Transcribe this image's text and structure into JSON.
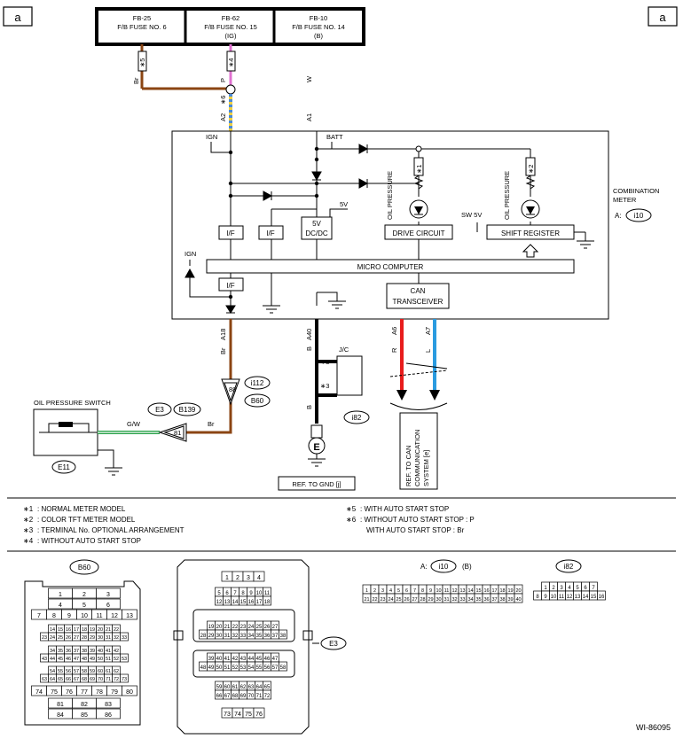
{
  "corner_label": "a",
  "fuses": [
    {
      "line1": "FB-25",
      "line2": "F/B FUSE NO. 6",
      "line3": ""
    },
    {
      "line1": "FB-62",
      "line2": "F/B FUSE NO. 15",
      "line3": "(IG)"
    },
    {
      "line1": "FB-10",
      "line2": "F/B FUSE NO. 14",
      "line3": "(B)"
    }
  ],
  "wire_labels": {
    "star5": "∗5",
    "star4": "∗4",
    "br1": "Br",
    "p": "P",
    "w": "W",
    "a2": "A2",
    "star6": "∗6",
    "a1": "A1",
    "a18": "A18",
    "br2": "Br",
    "a40": "A40",
    "b1": "B",
    "b2": "B",
    "star3a": "∗3",
    "star3b": "∗3",
    "a6": "A6",
    "r": "R",
    "a7": "A7",
    "l": "L",
    "gw": "G/W",
    "br3": "Br",
    "pin81": "81",
    "pin88": "88"
  },
  "meter": {
    "ign": "IGN",
    "batt": "BATT",
    "star1": "∗1",
    "star2": "∗2",
    "oil_pressure_1": "OIL PRESSURE",
    "oil_pressure_2": "OIL PRESSURE",
    "sw5v": "SW 5V",
    "v5": "5V",
    "v5dc1": "5V",
    "v5dc2": "DC/DC",
    "if": "I/F",
    "drive": "DRIVE CIRCUIT",
    "shift": "SHIFT REGISTER",
    "ign2": "IGN",
    "micro": "MICRO COMPUTER",
    "can1": "CAN",
    "can2": "TRANSCEIVER",
    "title1": "COMBINATION",
    "title2": "METER",
    "conn_prefix": "A:",
    "conn": "i10"
  },
  "jc": "J/C",
  "connectors": {
    "i112": "i112",
    "b60": "B60",
    "e3": "E3",
    "b139": "B139",
    "i82": "i82",
    "e11": "E11"
  },
  "oil_switch": "OIL PRESSURE SWITCH",
  "gnd_symbol": "E",
  "ref_gnd": "REF. TO GND [j]",
  "ref_can": [
    "REF. TO CAN",
    "COMMUNICATION",
    "SYSTEM [e]"
  ],
  "notes_left": [
    {
      "key": "∗1",
      "text": ": NORMAL METER MODEL"
    },
    {
      "key": "∗2",
      "text": ": COLOR TFT METER MODEL"
    },
    {
      "key": "∗3",
      "text": ": TERMINAL No. OPTIONAL ARRANGEMENT"
    },
    {
      "key": "∗4",
      "text": ": WITHOUT AUTO START STOP"
    }
  ],
  "notes_right": [
    {
      "key": "∗5",
      "text": ": WITH AUTO START STOP"
    },
    {
      "key": "∗6",
      "text": ": WITHOUT AUTO START STOP  : P"
    },
    {
      "key": "",
      "text": "WITH AUTO START STOP  : Br"
    }
  ],
  "b60_rows": [
    [
      "1",
      "2",
      "3"
    ],
    [
      "4",
      "5",
      "6"
    ],
    [
      "7",
      "8",
      "9",
      "10",
      "11",
      "12",
      "13"
    ],
    [
      "14",
      "15",
      "16",
      "17",
      "18",
      "19",
      "20",
      "21",
      "22"
    ],
    [
      "23",
      "24",
      "25",
      "26",
      "27",
      "28",
      "29",
      "30",
      "31",
      "32",
      "33"
    ],
    [
      "34",
      "35",
      "36",
      "37",
      "38",
      "39",
      "40",
      "41",
      "42"
    ],
    [
      "43",
      "44",
      "45",
      "46",
      "47",
      "48",
      "49",
      "50",
      "51",
      "52",
      "53"
    ],
    [
      "54",
      "55",
      "56",
      "57",
      "58",
      "59",
      "60",
      "61",
      "62"
    ],
    [
      "63",
      "64",
      "65",
      "66",
      "67",
      "68",
      "69",
      "70",
      "71",
      "72",
      "73"
    ],
    [
      "74",
      "75",
      "76",
      "77",
      "78",
      "79",
      "80"
    ],
    [
      "81",
      "82",
      "83"
    ],
    [
      "84",
      "85",
      "86"
    ]
  ],
  "e3_rows": [
    [
      "1",
      "2",
      "3",
      "4"
    ],
    [
      "5",
      "6",
      "7",
      "8",
      "9",
      "10",
      "11"
    ],
    [
      "12",
      "13",
      "14",
      "15",
      "16",
      "17",
      "18"
    ],
    [
      "19",
      "20",
      "21",
      "22",
      "23",
      "24",
      "25",
      "26",
      "27"
    ],
    [
      "28",
      "29",
      "30",
      "31",
      "32",
      "33",
      "34",
      "35",
      "36",
      "37",
      "38"
    ],
    [
      "39",
      "40",
      "41",
      "42",
      "43",
      "44",
      "45",
      "46",
      "47"
    ],
    [
      "48",
      "49",
      "50",
      "51",
      "52",
      "53",
      "54",
      "55",
      "56",
      "57",
      "58"
    ],
    [
      "59",
      "60",
      "61",
      "62",
      "63",
      "64",
      "65"
    ],
    [
      "66",
      "67",
      "68",
      "69",
      "70",
      "71",
      "72"
    ],
    [
      "73",
      "74",
      "75",
      "76"
    ]
  ],
  "i10_label": "(B)",
  "i10_rows": [
    [
      "1",
      "2",
      "3",
      "4",
      "5",
      "6",
      "7",
      "8",
      "9",
      "10",
      "11",
      "12",
      "13",
      "14",
      "15",
      "16",
      "17",
      "18",
      "19",
      "20"
    ],
    [
      "21",
      "22",
      "23",
      "24",
      "25",
      "26",
      "27",
      "28",
      "29",
      "30",
      "31",
      "32",
      "33",
      "34",
      "35",
      "36",
      "37",
      "38",
      "39",
      "40"
    ]
  ],
  "i82_rows": [
    [
      "1",
      "2",
      "3",
      "4",
      "5",
      "6",
      "7"
    ],
    [
      "8",
      "9",
      "10",
      "11",
      "12",
      "13",
      "14",
      "15",
      "16"
    ]
  ],
  "diagram_id": "WI-86095"
}
